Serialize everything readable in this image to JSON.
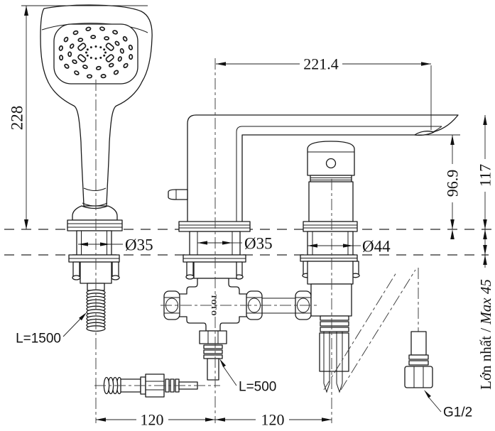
{
  "drawing": {
    "brand_mark": "TOTO",
    "dims": {
      "overall_height": "228",
      "spout_reach": "221.4",
      "spout_top_height": "117",
      "spout_outlet_height": "96.9",
      "hole_left": "Ø35",
      "hole_center": "Ø35",
      "hole_right": "Ø44",
      "hole_spacing_left": "120",
      "hole_spacing_right": "120",
      "deck_thickness_prefix": "Lớn nhất / ",
      "deck_thickness_max": "Max 45",
      "shower_hose_length": "L=1500",
      "outlet_hose_length": "L=500",
      "thread_size": "G1/2"
    }
  }
}
